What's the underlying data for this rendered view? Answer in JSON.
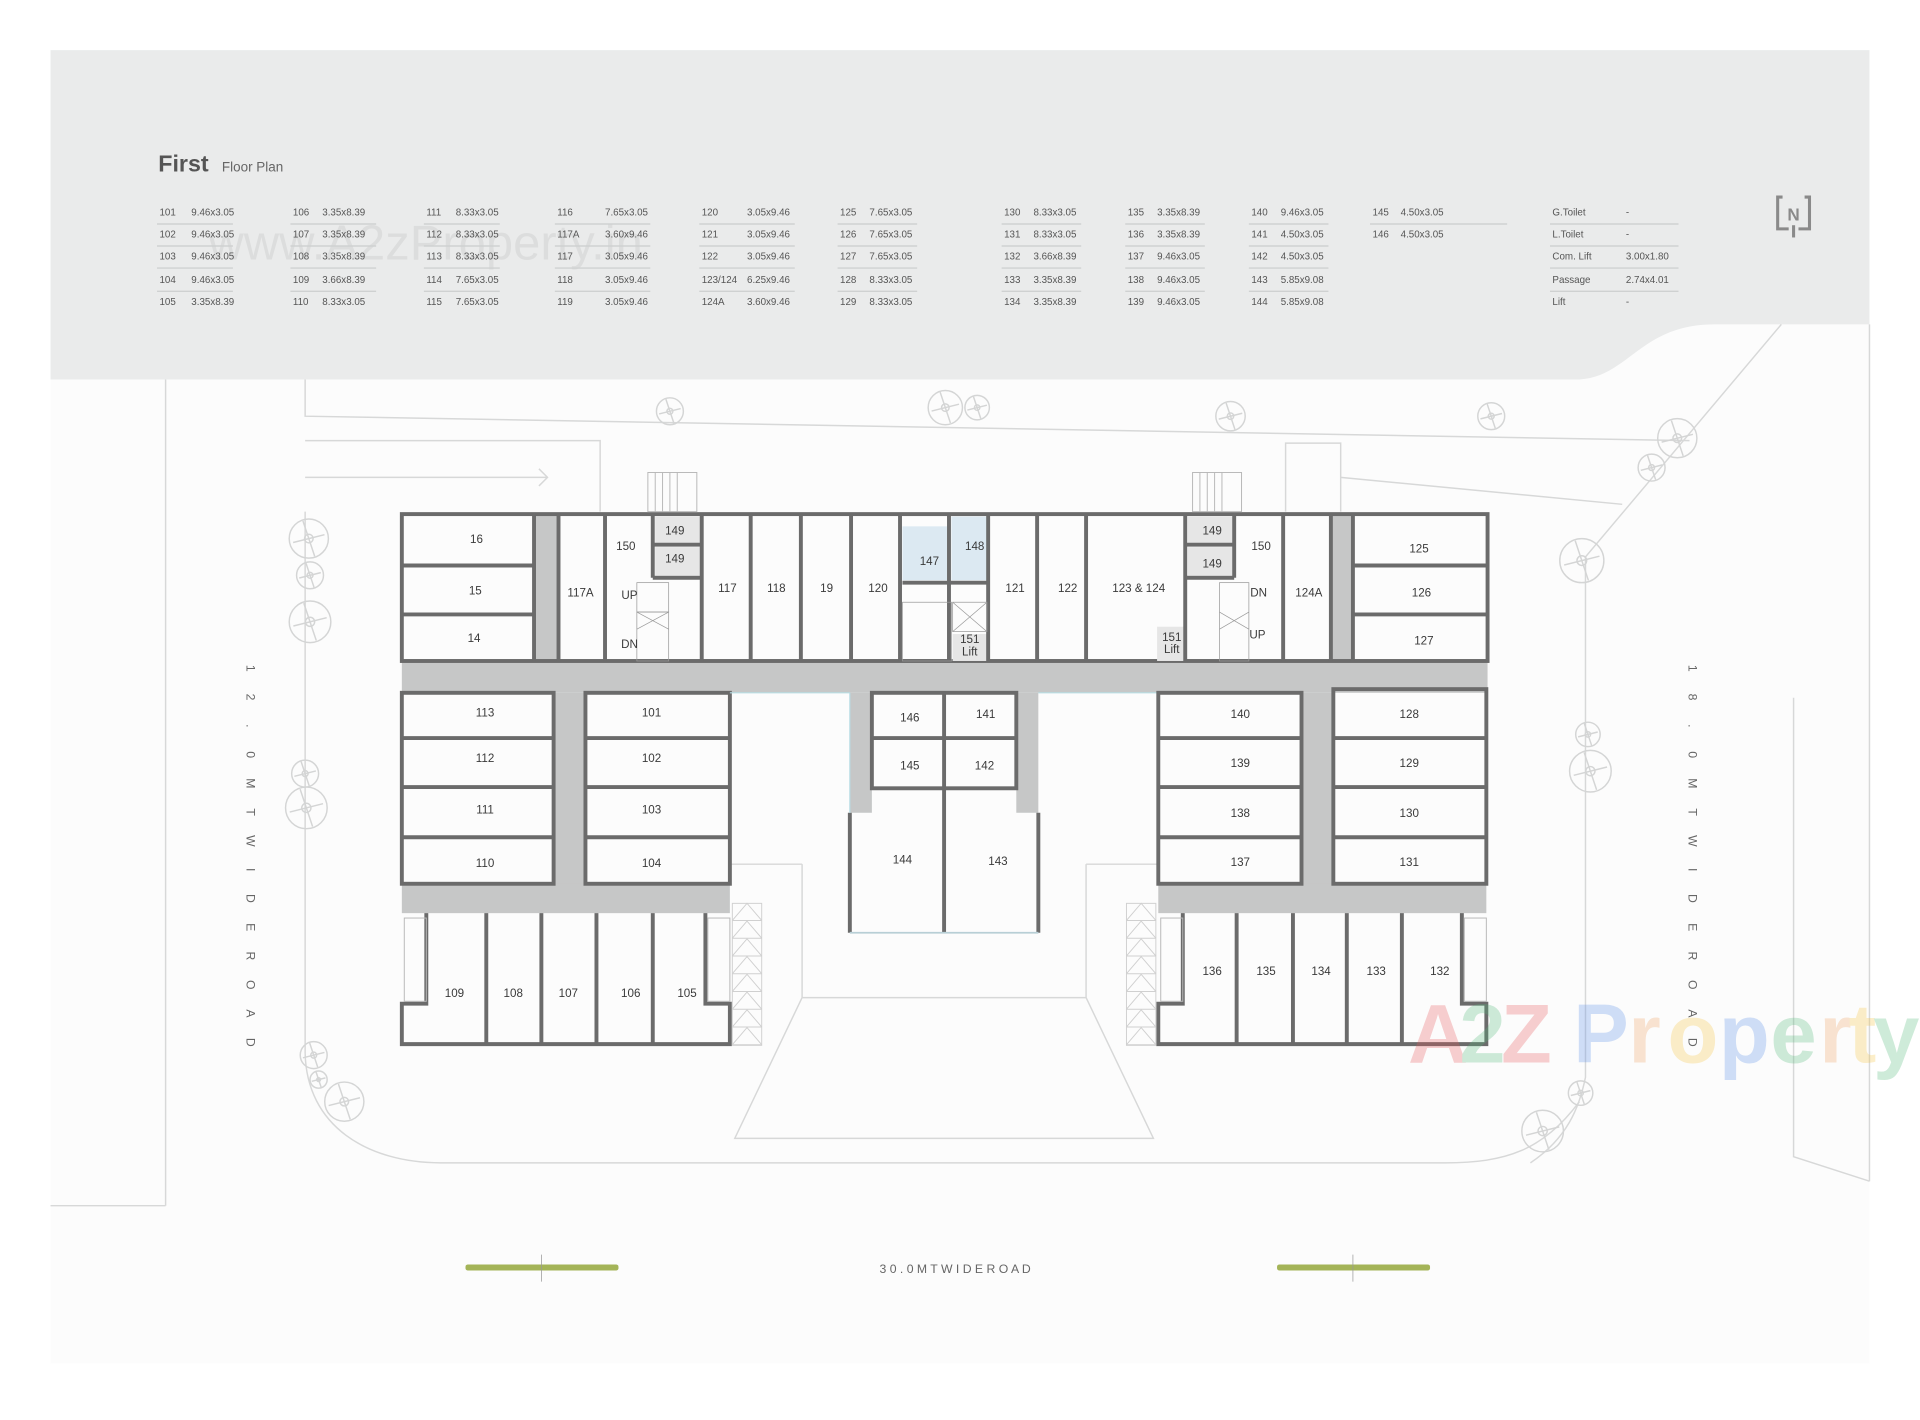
{
  "header": {
    "title_bold": "First",
    "title_rest": "Floor Plan"
  },
  "area_table": {
    "columns": [
      [
        {
          "unit": "101",
          "size": "9.46x3.05"
        },
        {
          "unit": "102",
          "size": "9.46x3.05"
        },
        {
          "unit": "103",
          "size": "9.46x3.05"
        },
        {
          "unit": "104",
          "size": "9.46x3.05"
        },
        {
          "unit": "105",
          "size": "3.35x8.39"
        }
      ],
      [
        {
          "unit": "106",
          "size": "3.35x8.39"
        },
        {
          "unit": "107",
          "size": "3.35x8.39"
        },
        {
          "unit": "108",
          "size": "3.35x8.39"
        },
        {
          "unit": "109",
          "size": "3.66x8.39"
        },
        {
          "unit": "110",
          "size": "8.33x3.05"
        }
      ],
      [
        {
          "unit": "111",
          "size": "8.33x3.05"
        },
        {
          "unit": "112",
          "size": "8.33x3.05"
        },
        {
          "unit": "113",
          "size": "8.33x3.05"
        },
        {
          "unit": "114",
          "size": "7.65x3.05"
        },
        {
          "unit": "115",
          "size": "7.65x3.05"
        }
      ],
      [
        {
          "unit": "116",
          "size": "7.65x3.05"
        },
        {
          "unit": "117A",
          "size": "3.60x9.46"
        },
        {
          "unit": "117",
          "size": "3.05x9.46"
        },
        {
          "unit": "118",
          "size": "3.05x9.46"
        },
        {
          "unit": "119",
          "size": "3.05x9.46"
        }
      ],
      [
        {
          "unit": "120",
          "size": "3.05x9.46"
        },
        {
          "unit": "121",
          "size": "3.05x9.46"
        },
        {
          "unit": "122",
          "size": "3.05x9.46"
        },
        {
          "unit": "123/124",
          "size": "6.25x9.46"
        },
        {
          "unit": "124A",
          "size": "3.60x9.46"
        }
      ],
      [
        {
          "unit": "125",
          "size": "7.65x3.05"
        },
        {
          "unit": "126",
          "size": "7.65x3.05"
        },
        {
          "unit": "127",
          "size": "7.65x3.05"
        },
        {
          "unit": "128",
          "size": "8.33x3.05"
        },
        {
          "unit": "129",
          "size": "8.33x3.05"
        }
      ],
      [
        {
          "unit": "130",
          "size": "8.33x3.05"
        },
        {
          "unit": "131",
          "size": "8.33x3.05"
        },
        {
          "unit": "132",
          "size": "3.66x8.39"
        },
        {
          "unit": "133",
          "size": "3.35x8.39"
        },
        {
          "unit": "134",
          "size": "3.35x8.39"
        }
      ],
      [
        {
          "unit": "135",
          "size": "3.35x8.39"
        },
        {
          "unit": "136",
          "size": "3.35x8.39"
        },
        {
          "unit": "137",
          "size": "9.46x3.05"
        },
        {
          "unit": "138",
          "size": "9.46x3.05"
        },
        {
          "unit": "139",
          "size": "9.46x3.05"
        }
      ],
      [
        {
          "unit": "140",
          "size": "9.46x3.05"
        },
        {
          "unit": "141",
          "size": "4.50x3.05"
        },
        {
          "unit": "142",
          "size": "4.50x3.05"
        },
        {
          "unit": "143",
          "size": "5.85x9.08"
        },
        {
          "unit": "144",
          "size": "5.85x9.08"
        }
      ],
      [
        {
          "unit": "145",
          "size": "4.50x3.05"
        },
        {
          "unit": "146",
          "size": "4.50x3.05"
        }
      ],
      [
        {
          "unit": "G.Toilet",
          "size": "-"
        },
        {
          "unit": "L.Toilet",
          "size": "-"
        },
        {
          "unit": "Com. Lift",
          "size": "3.00x1.80"
        },
        {
          "unit": "Passage",
          "size": "2.74x4.01"
        },
        {
          "unit": "Lift",
          "size": "-"
        }
      ]
    ]
  },
  "north_arrow": {
    "label": "N",
    "icon": "north-arrow-icon"
  },
  "plan": {
    "north_block_left": [
      "16",
      "15",
      "14"
    ],
    "north_block_units": [
      "117A",
      "150",
      "149",
      "149",
      "117",
      "118",
      "19",
      "120"
    ],
    "core_left": {
      "toilets": "147",
      "toilet2": "148",
      "lift": "151",
      "lift_sub": "Lift"
    },
    "north_block_mid": [
      "121",
      "122",
      "123 & 124"
    ],
    "core_right": {
      "store_a": "149",
      "store_b": "149",
      "passage": "150",
      "lift": "151",
      "lift_sub": "Lift",
      "dn": "DN",
      "up": "UP"
    },
    "stair_left": {
      "up": "UP",
      "dn": "DN"
    },
    "north_block_right_units": [
      "124A"
    ],
    "north_block_right": [
      "125",
      "126",
      "127"
    ],
    "west_outer": [
      "113",
      "112",
      "111",
      "110"
    ],
    "west_inner": [
      "101",
      "102",
      "103",
      "104"
    ],
    "west_south": [
      "109",
      "108",
      "107",
      "106",
      "105"
    ],
    "center_top": [
      "146",
      "141",
      "145",
      "142"
    ],
    "center_big": [
      "144",
      "143"
    ],
    "east_inner": [
      "140",
      "139",
      "138",
      "137"
    ],
    "east_outer": [
      "128",
      "129",
      "130",
      "131"
    ],
    "east_south": [
      "136",
      "135",
      "134",
      "133",
      "132"
    ]
  },
  "roads": {
    "west": "1 2 . 0   M T   W I D E   R O A D",
    "east": "1 8 . 0   M T   W I D E   R O A D",
    "south": "3 0 . 0   M T   W I D E   R O A D",
    "west_chars": [
      "1",
      "2",
      ".",
      "0",
      "M",
      "T",
      "W",
      "I",
      "D",
      "E",
      "R",
      "O",
      "A",
      "D"
    ],
    "east_chars": [
      "1",
      "8",
      ".",
      "0",
      "M",
      "T",
      "W",
      "I",
      "D",
      "E",
      "R",
      "O",
      "A",
      "D"
    ]
  },
  "watermarks": {
    "top": "www.A2zProperty.in",
    "bottom": "A2Z Property"
  },
  "colors": {
    "header_bg": "#eaebeb",
    "corridor": "#c6c7c7",
    "wall": "#6b6b6b",
    "toilet_fill": "#dce9f2",
    "store_fill": "#e6e6e6",
    "divider_green": "#a4b458"
  }
}
